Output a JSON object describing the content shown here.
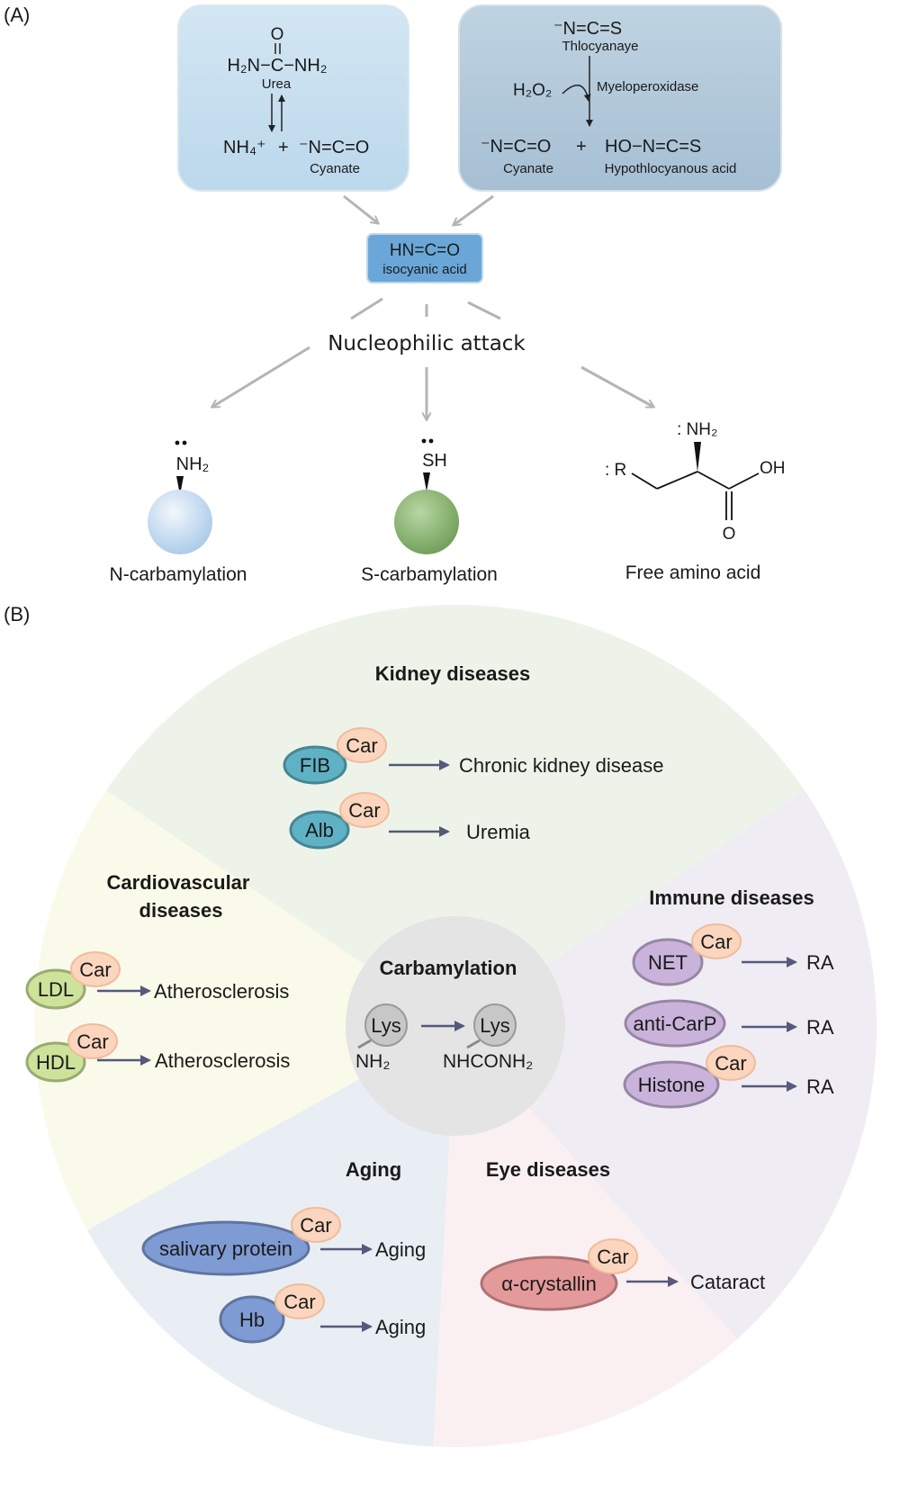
{
  "panel_a": {
    "label": "(A)",
    "urea_box": {
      "urea_formula_top": "O",
      "urea_formula": "H₂N−C−NH₂",
      "urea_label": "Urea",
      "ammonium": "NH₄⁺",
      "plus": "+",
      "cyanate_formula": "⁻N=C=O",
      "cyanate_label": "Cyanate"
    },
    "mpo_box": {
      "thiocyanate_formula": "⁻N=C=S",
      "thiocyanate_label": "Thlocyanaye",
      "h2o2": "H₂O₂",
      "enzyme": "Myeloperoxidase",
      "cyanate_formula": "⁻N=C=O",
      "plus": "+",
      "hocn_formula": "HO−N=C=S",
      "cyanate_label": "Cyanate",
      "hocn_label": "Hypothlocyanous acid"
    },
    "isocyanic": {
      "formula": "HN=C=O",
      "label": "isocyanic acid"
    },
    "attack_label": "Nucleophilic  attack",
    "targets": {
      "n_group": "NH₂",
      "n_label": "N-carbamylation",
      "s_group": "SH",
      "s_label": "S-carbamylation",
      "aa_nh2": ": NH₂",
      "aa_r": ": R",
      "aa_oh": "OH",
      "aa_o": "O",
      "aa_label": "Free amino acid"
    }
  },
  "panel_b": {
    "label": "(B)",
    "center": {
      "title": "Carbamylation",
      "lys1": "Lys",
      "lys1_group": "NH₂",
      "lys2": "Lys",
      "lys2_group": "NHCONH₂"
    },
    "car_tag": "Car",
    "kidney": {
      "title": "Kidney diseases",
      "items": [
        {
          "protein": "FIB",
          "disease": "Chronic kidney disease"
        },
        {
          "protein": "Alb",
          "disease": "Uremia"
        }
      ]
    },
    "cardio": {
      "title_line1": "Cardiovascular",
      "title_line2": "diseases",
      "items": [
        {
          "protein": "LDL",
          "disease": "Atherosclerosis"
        },
        {
          "protein": "HDL",
          "disease": "Atherosclerosis"
        }
      ]
    },
    "immune": {
      "title": "Immune diseases",
      "items": [
        {
          "protein": "NET",
          "disease": "RA"
        },
        {
          "protein": "anti-CarP",
          "disease": "RA"
        },
        {
          "protein": "Histone",
          "disease": "RA"
        }
      ]
    },
    "aging": {
      "title": "Aging",
      "items": [
        {
          "protein": "salivary protein",
          "disease": "Aging"
        },
        {
          "protein": "Hb",
          "disease": "Aging"
        }
      ]
    },
    "eye": {
      "title": "Eye diseases",
      "items": [
        {
          "protein": "α-crystallin",
          "disease": "Cataract"
        }
      ]
    },
    "colors": {
      "kidney_bg": "#eef3ea",
      "immune_bg": "#f0ecf4",
      "eye_bg": "#fbf0f1",
      "aging_bg": "#e9eef4",
      "cardio_bg": "#fafaea",
      "center_bg": "#e4e4e4",
      "car_fill": "#fbd5bd",
      "teal": "#5fb2c4",
      "green": "#cde39a",
      "purple": "#c9b3da",
      "blue": "#7f9bd4",
      "red": "#e4999a"
    }
  }
}
